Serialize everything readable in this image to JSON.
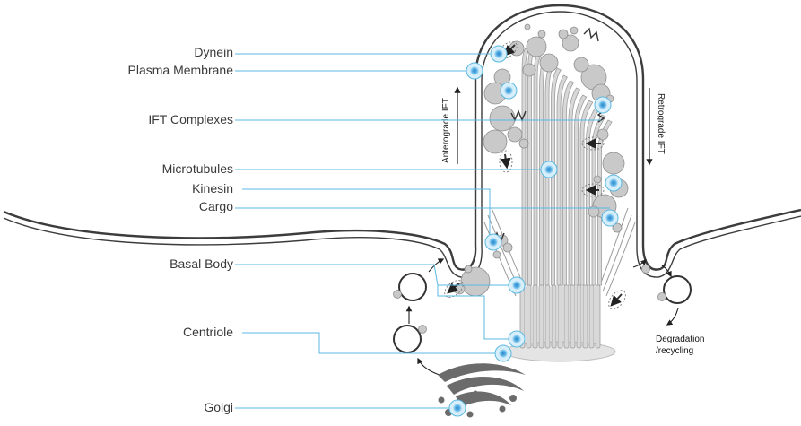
{
  "labels": {
    "dynein": "Dynein",
    "plasma_membrane": "Plasma Membrane",
    "ift_complexes": "IFT Complexes",
    "microtubules": "Microtubules",
    "kinesin": "Kinesin",
    "cargo": "Cargo",
    "basal_body": "Basal Body",
    "centriole": "Centriole",
    "golgi": "Golgi"
  },
  "arrows": {
    "anterograde": "Anterograde IFT",
    "retrograde": "Retrograde IFT"
  },
  "annotations": {
    "degradation_line1": "Degradation",
    "degradation_line2": "/recycling"
  },
  "colors": {
    "leader_line": "#5bb8e0",
    "marker_fill": "#3d9fd8",
    "membrane": "#3c3c3c",
    "microtubule": "#d6d6d6",
    "particle": "#c4c4c4",
    "golgi": "#6b6b6b"
  }
}
